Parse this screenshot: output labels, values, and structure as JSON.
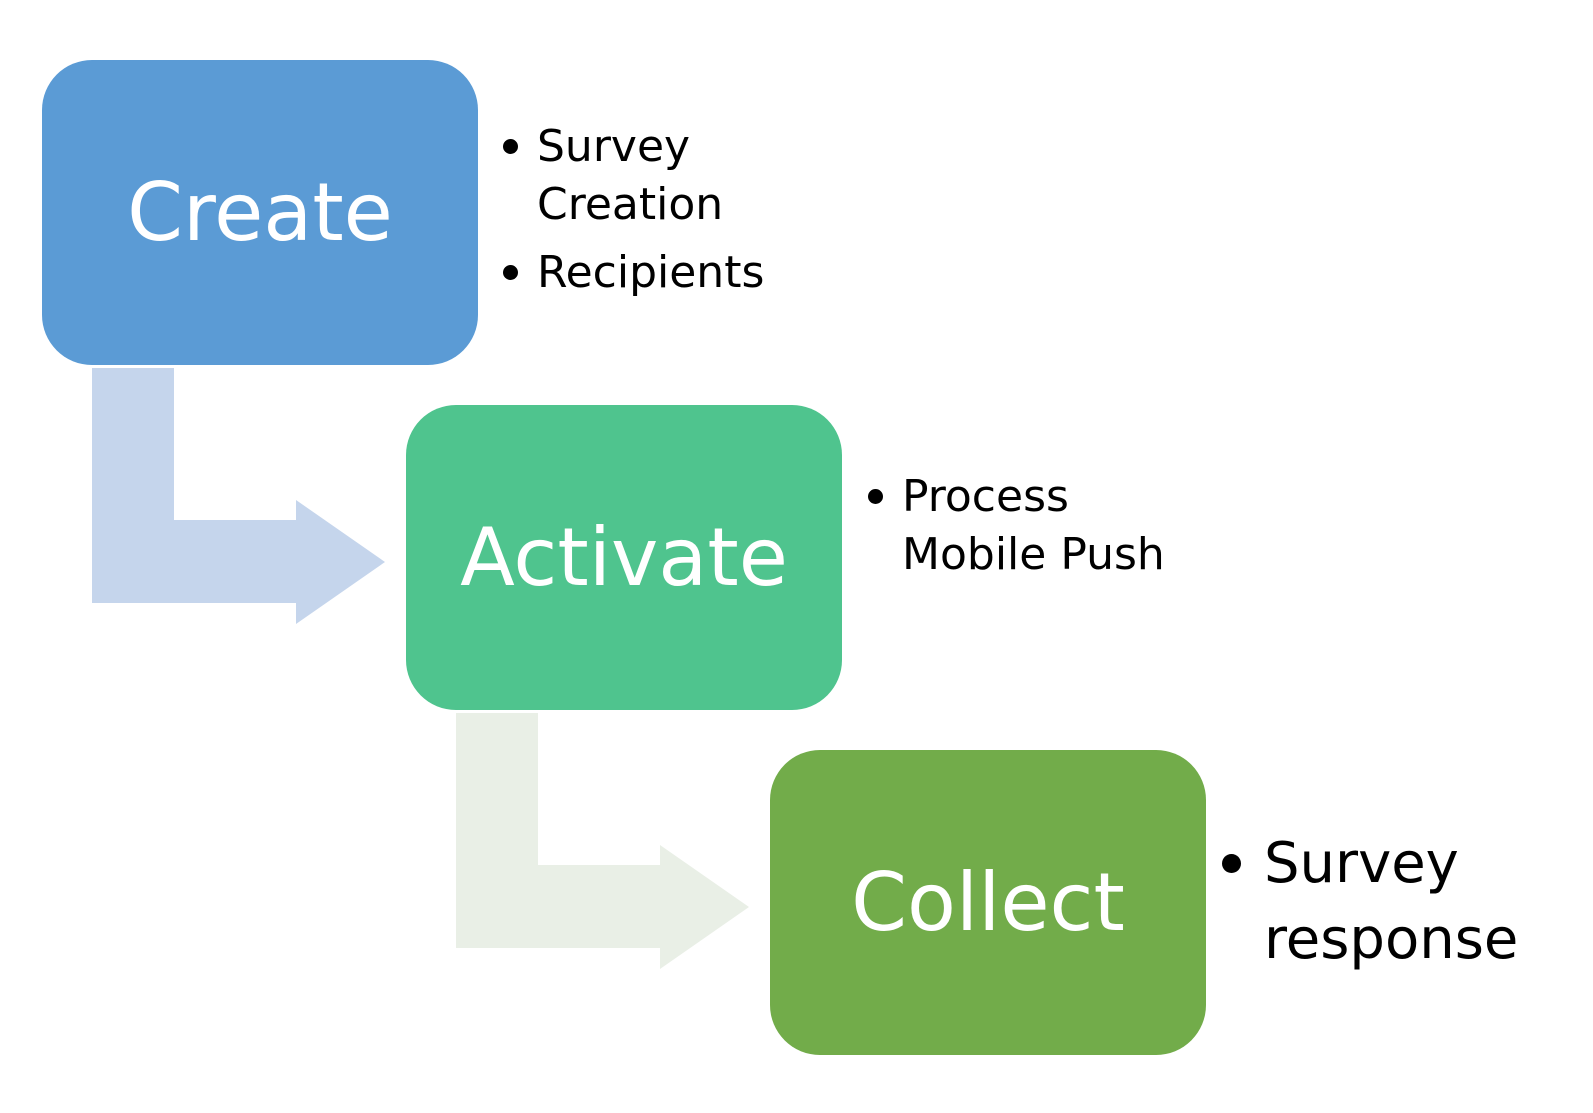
{
  "colors": {
    "create": "#5b9bd5",
    "activate": "#4fc48e",
    "collect": "#72ac4a",
    "connector_1": "#c5d5ec",
    "connector_2": "#e9efe6"
  },
  "steps": [
    {
      "label": "Create",
      "bullets": [
        "Survey Creation",
        "Recipients"
      ]
    },
    {
      "label": "Activate",
      "bullets": [
        "Process Mobile Push"
      ]
    },
    {
      "label": "Collect",
      "bullets": [
        "Survey response"
      ]
    }
  ]
}
